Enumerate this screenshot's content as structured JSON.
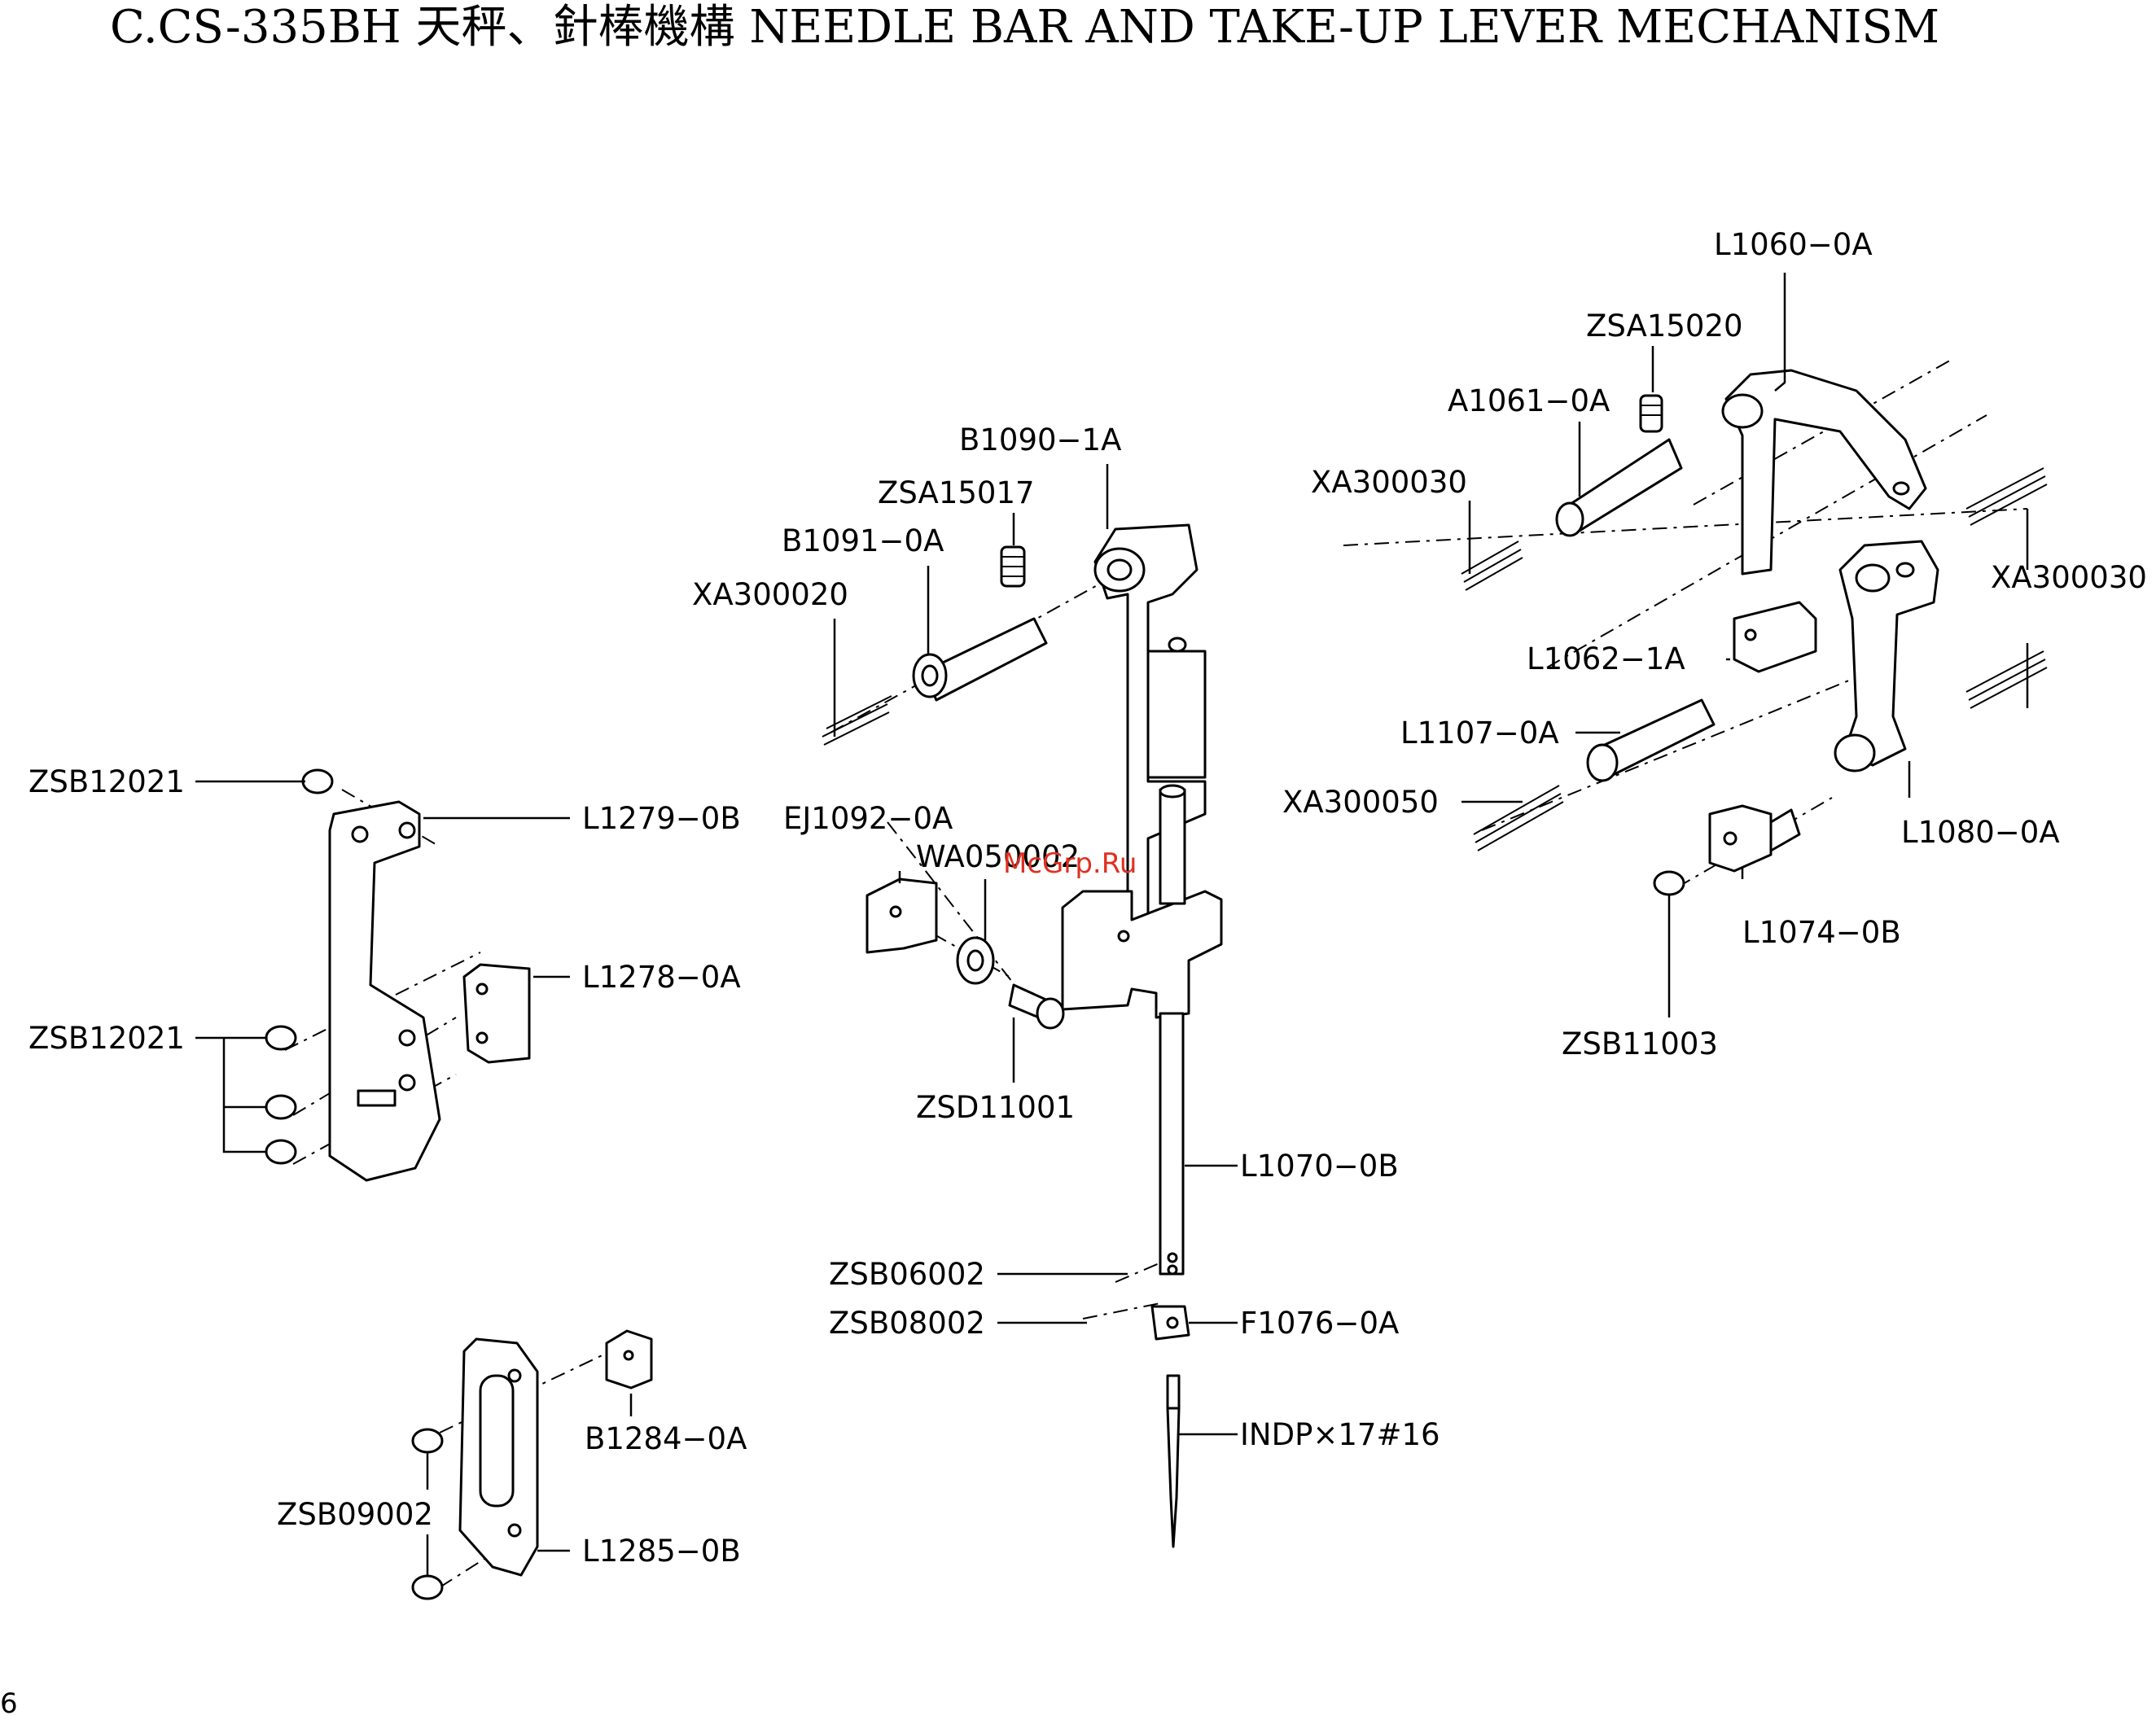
{
  "title": "C.CS-335BH  天秤、針棒機構  NEEDLE BAR AND TAKE-UP LEVER MECHANISM",
  "page_number": "6",
  "watermark": "McGrp.Ru",
  "labels": {
    "L1060_0A": "L1060−0A",
    "ZSA15020": "ZSA15020",
    "A1061_0A": "A1061−0A",
    "XA300030_left": "XA300030",
    "XA300030_right": "XA300030",
    "B1090_1A": "B1090−1A",
    "ZSA15017": "ZSA15017",
    "B1091_0A": "B1091−0A",
    "XA300020": "XA300020",
    "L1062_1A": "L1062−1A",
    "L1107_0A": "L1107−0A",
    "XA300050": "XA300050",
    "L1080_0A": "L1080−0A",
    "L1074_0B": "L1074−0B",
    "ZSB11003": "ZSB11003",
    "ZSB12021_top": "ZSB12021",
    "L1279_0B": "L1279−0B",
    "EJ1092_0A": "EJ1092−0A",
    "WA050002": "WA050002",
    "L1278_0A": "L1278−0A",
    "ZSB12021_bottom": "ZSB12021",
    "ZSD11001": "ZSD11001",
    "L1070_0B": "L1070−0B",
    "ZSB06002": "ZSB06002",
    "ZSB08002": "ZSB08002",
    "F1076_0A": "F1076−0A",
    "INDP": "INDP×17#16",
    "B1284_0A": "B1284−0A",
    "ZSB09002": "ZSB09002",
    "L1285_0B": "L1285−0B"
  }
}
